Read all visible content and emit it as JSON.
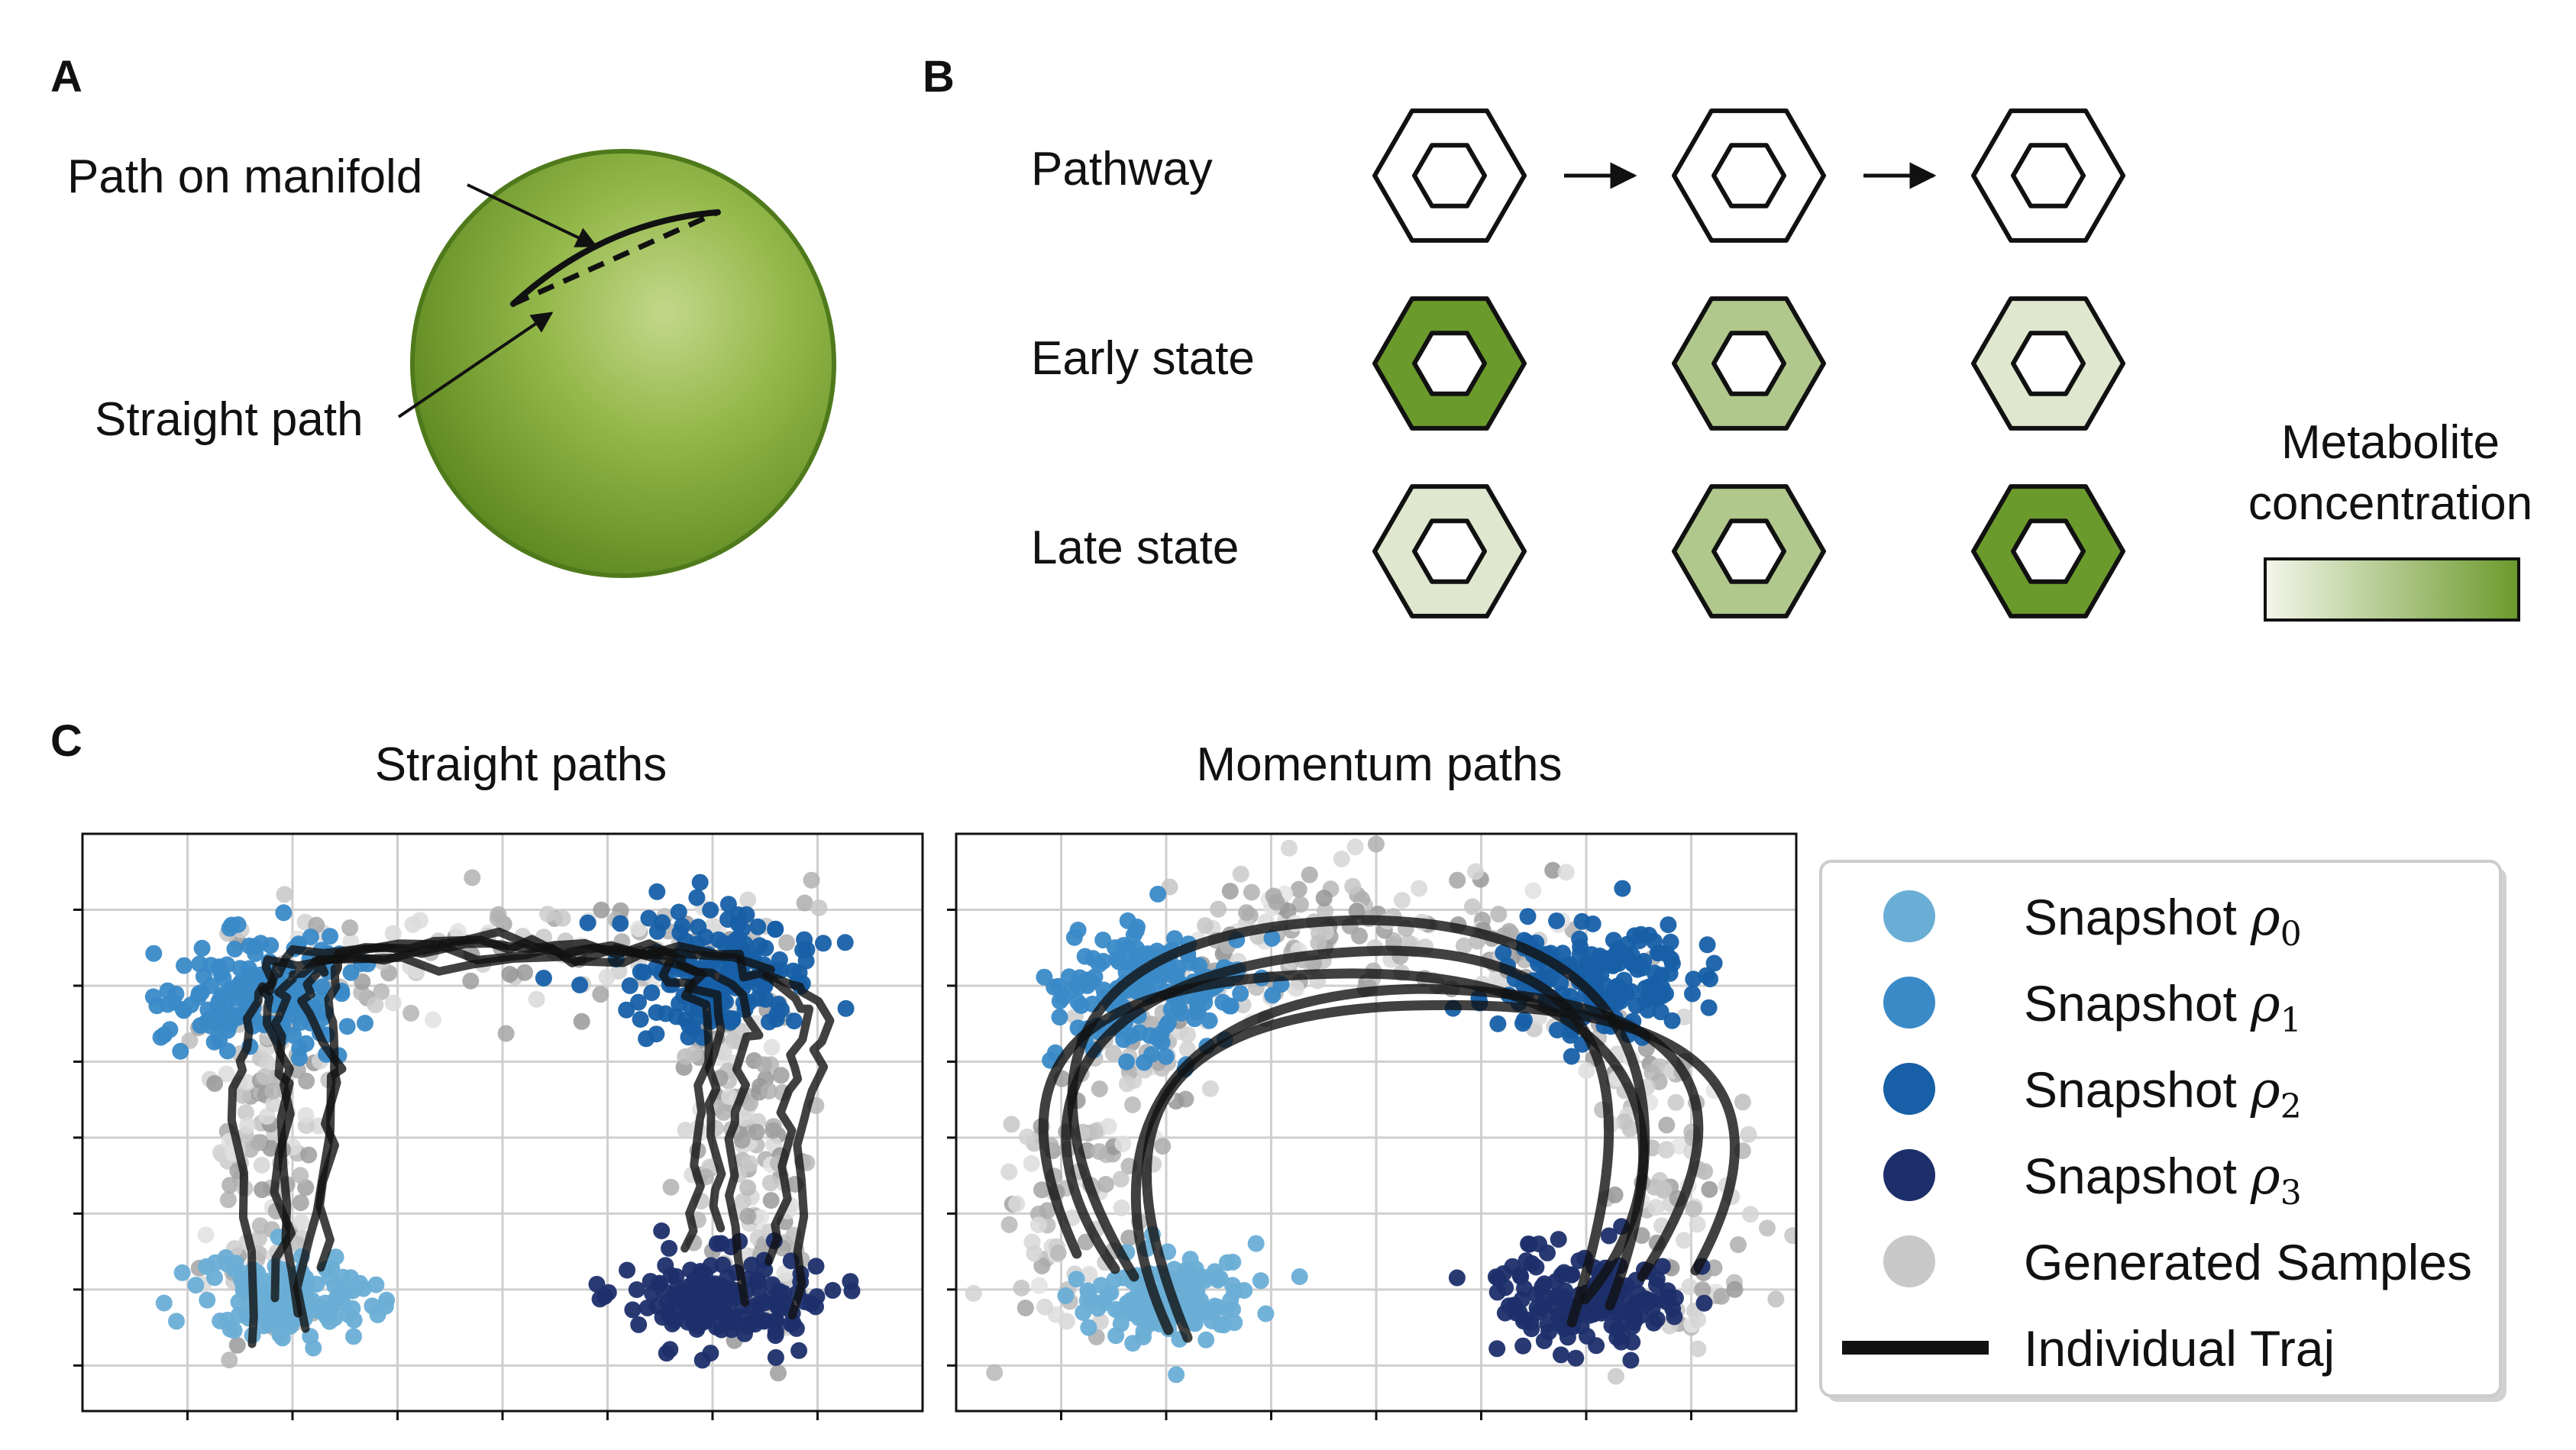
{
  "panel_a": {
    "label": "A",
    "path_on_manifold": "Path on manifold",
    "straight_path": "Straight path",
    "sphere_color": "#7aa23a"
  },
  "panel_b": {
    "label": "B",
    "rows": [
      "Pathway",
      "Early state",
      "Late state"
    ],
    "early_levels": [
      1.0,
      0.5,
      0.15
    ],
    "late_levels": [
      0.15,
      0.5,
      1.0
    ],
    "colorbar_title_line1": "Metabolite",
    "colorbar_title_line2": "concentration",
    "colorbar_low_color": "#f4f6ea",
    "colorbar_high_color": "#6b9a2c"
  },
  "panel_c": {
    "label": "C",
    "left_title": "Straight paths",
    "right_title": "Momentum paths",
    "legend": [
      {
        "label": "Snapshot",
        "sub": "ρ",
        "idx": "0",
        "color": "#6aaed6"
      },
      {
        "label": "Snapshot",
        "sub": "ρ",
        "idx": "1",
        "color": "#3a8ac8"
      },
      {
        "label": "Snapshot",
        "sub": "ρ",
        "idx": "2",
        "color": "#1760a8"
      },
      {
        "label": "Snapshot",
        "sub": "ρ",
        "idx": "3",
        "color": "#1d2f6b"
      },
      {
        "label": "Generated Samples",
        "color": "#c8c8c8"
      },
      {
        "label": "Individual Traj",
        "color": "#111111"
      }
    ]
  }
}
